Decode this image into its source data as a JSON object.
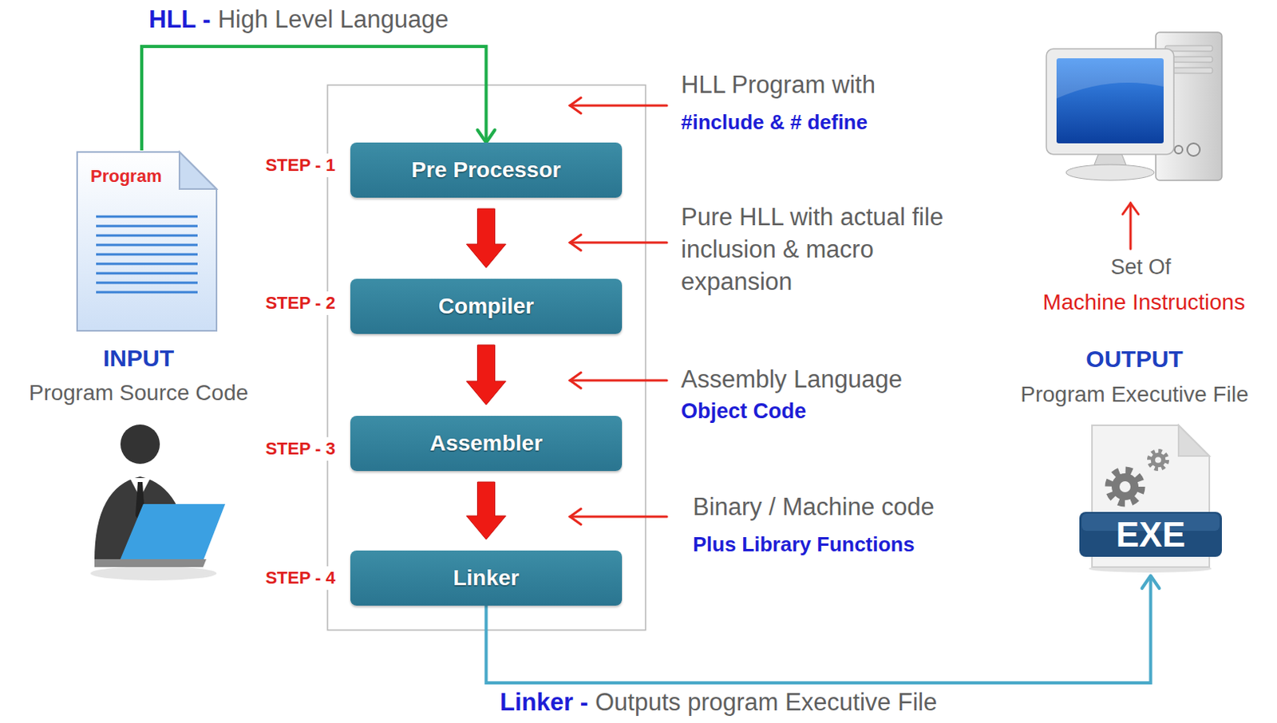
{
  "diagram": {
    "nodes": [
      {
        "text": [
          "Program"
        ]
      },
      {
        "text": [
          "Pre Processor"
        ]
      },
      {
        "text": [
          "Compiler"
        ]
      },
      {
        "text": [
          "Assembler"
        ]
      },
      {
        "text": [
          "Linker"
        ]
      },
      {
        "text": [
          "EXE"
        ]
      }
    ],
    "edges": [
      {
        "from": 0,
        "to": 1,
        "arrow": "to"
      },
      {
        "from": 1,
        "to": 2,
        "arrow": "to"
      },
      {
        "from": 2,
        "to": 3,
        "arrow": "to"
      },
      {
        "from": 3,
        "to": 4,
        "arrow": "to"
      },
      {
        "from": 4,
        "to": 5,
        "arrow": "to"
      }
    ],
    "labels": [
      "HLL -",
      "High Level Language",
      "STEP - 1",
      "STEP - 2",
      "STEP - 3",
      "STEP - 4",
      "INPUT",
      "Program Source Code",
      "HLL Program with",
      "#include & # define",
      "Pure HLL with actual file inclusion & macro expansion",
      "Assembly Language",
      "Object Code",
      "Binary / Machine code",
      "Plus Library Functions",
      "Set Of",
      "Machine Instructions",
      "OUTPUT",
      "Program Executive File",
      "Linker -",
      "Outputs program Executive File"
    ]
  }
}
